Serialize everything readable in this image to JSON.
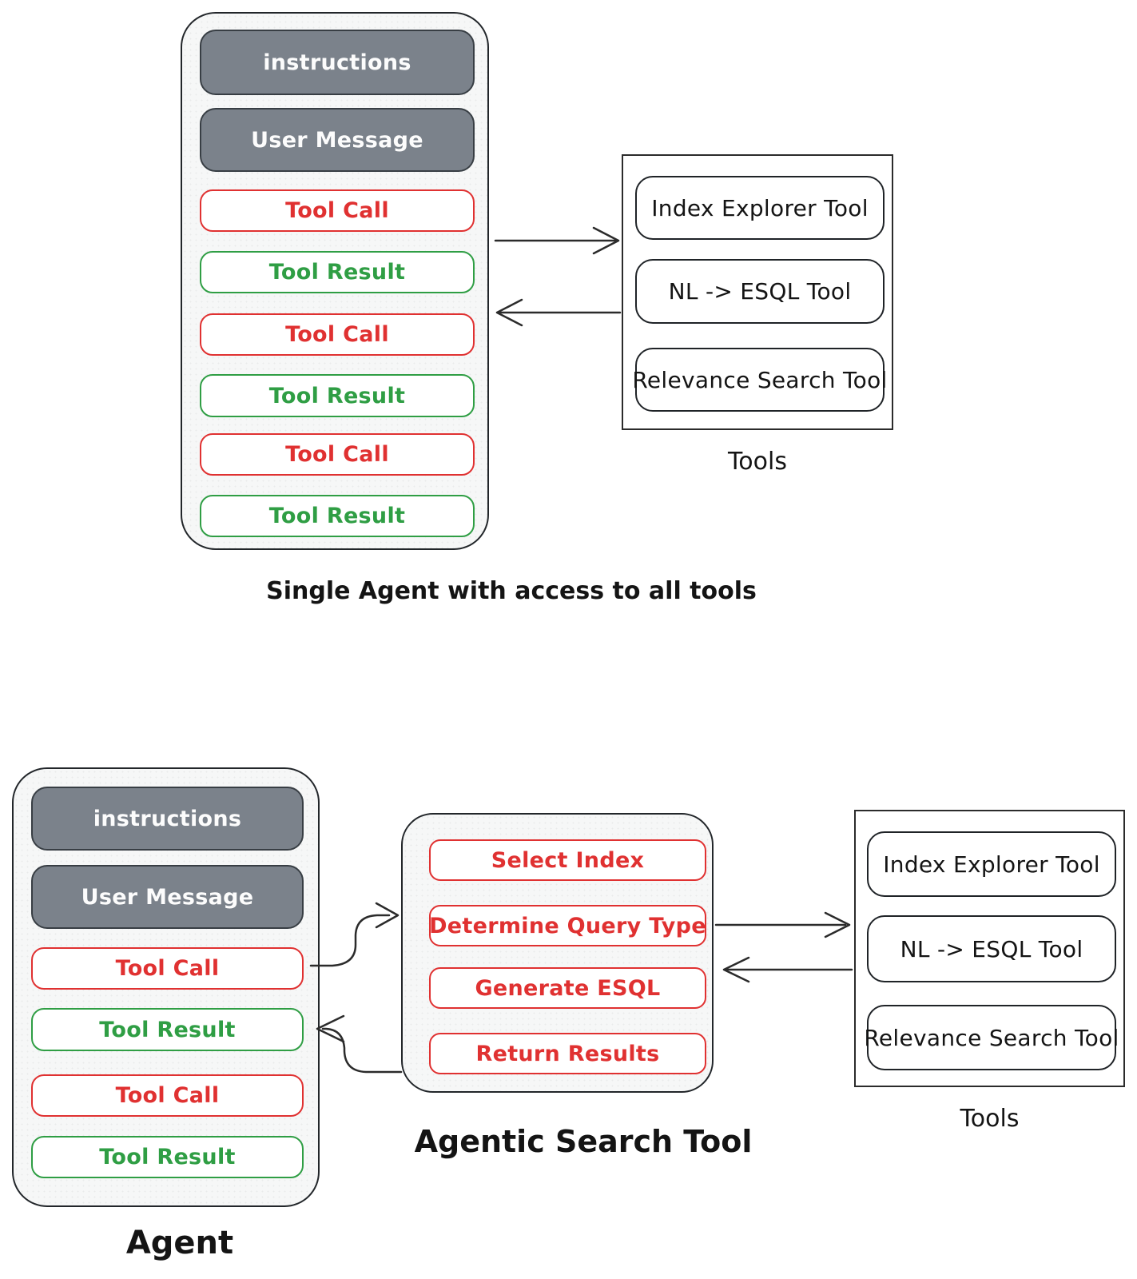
{
  "colors": {
    "tool_call_red": "#e03131",
    "tool_result_green": "#2f9e44",
    "system_box_gray": "#7b828b",
    "panel_fill": "#f6f7f7",
    "stroke_black": "#2b2b2b"
  },
  "top_section": {
    "agent_panel": {
      "messages": [
        {
          "label": "instructions",
          "kind": "system"
        },
        {
          "label": "User Message",
          "kind": "system"
        },
        {
          "label": "Tool Call",
          "kind": "tool-call"
        },
        {
          "label": "Tool Result",
          "kind": "tool-result"
        },
        {
          "label": "Tool Call",
          "kind": "tool-call"
        },
        {
          "label": "Tool Result",
          "kind": "tool-result"
        },
        {
          "label": "Tool Call",
          "kind": "tool-call"
        },
        {
          "label": "Tool Result",
          "kind": "tool-result"
        }
      ]
    },
    "tools_panel": {
      "tools": [
        {
          "label": "Index Explorer Tool"
        },
        {
          "label": "NL -> ESQL Tool"
        },
        {
          "label": "Relevance Search Tool"
        }
      ],
      "label": "Tools"
    },
    "caption": "Single Agent with access to all tools"
  },
  "bottom_section": {
    "agent_panel": {
      "messages": [
        {
          "label": "instructions",
          "kind": "system"
        },
        {
          "label": "User Message",
          "kind": "system"
        },
        {
          "label": "Tool Call",
          "kind": "tool-call"
        },
        {
          "label": "Tool Result",
          "kind": "tool-result"
        },
        {
          "label": "Tool Call",
          "kind": "tool-call"
        },
        {
          "label": "Tool Result",
          "kind": "tool-result"
        }
      ],
      "label": "Agent"
    },
    "agentic_search_panel": {
      "steps": [
        {
          "label": "Select Index"
        },
        {
          "label": "Determine Query Type"
        },
        {
          "label": "Generate ESQL"
        },
        {
          "label": "Return Results"
        }
      ],
      "label": "Agentic Search Tool"
    },
    "tools_panel": {
      "tools": [
        {
          "label": "Index Explorer Tool"
        },
        {
          "label": "NL -> ESQL Tool"
        },
        {
          "label": "Relevance Search Tool"
        }
      ],
      "label": "Tools"
    }
  }
}
